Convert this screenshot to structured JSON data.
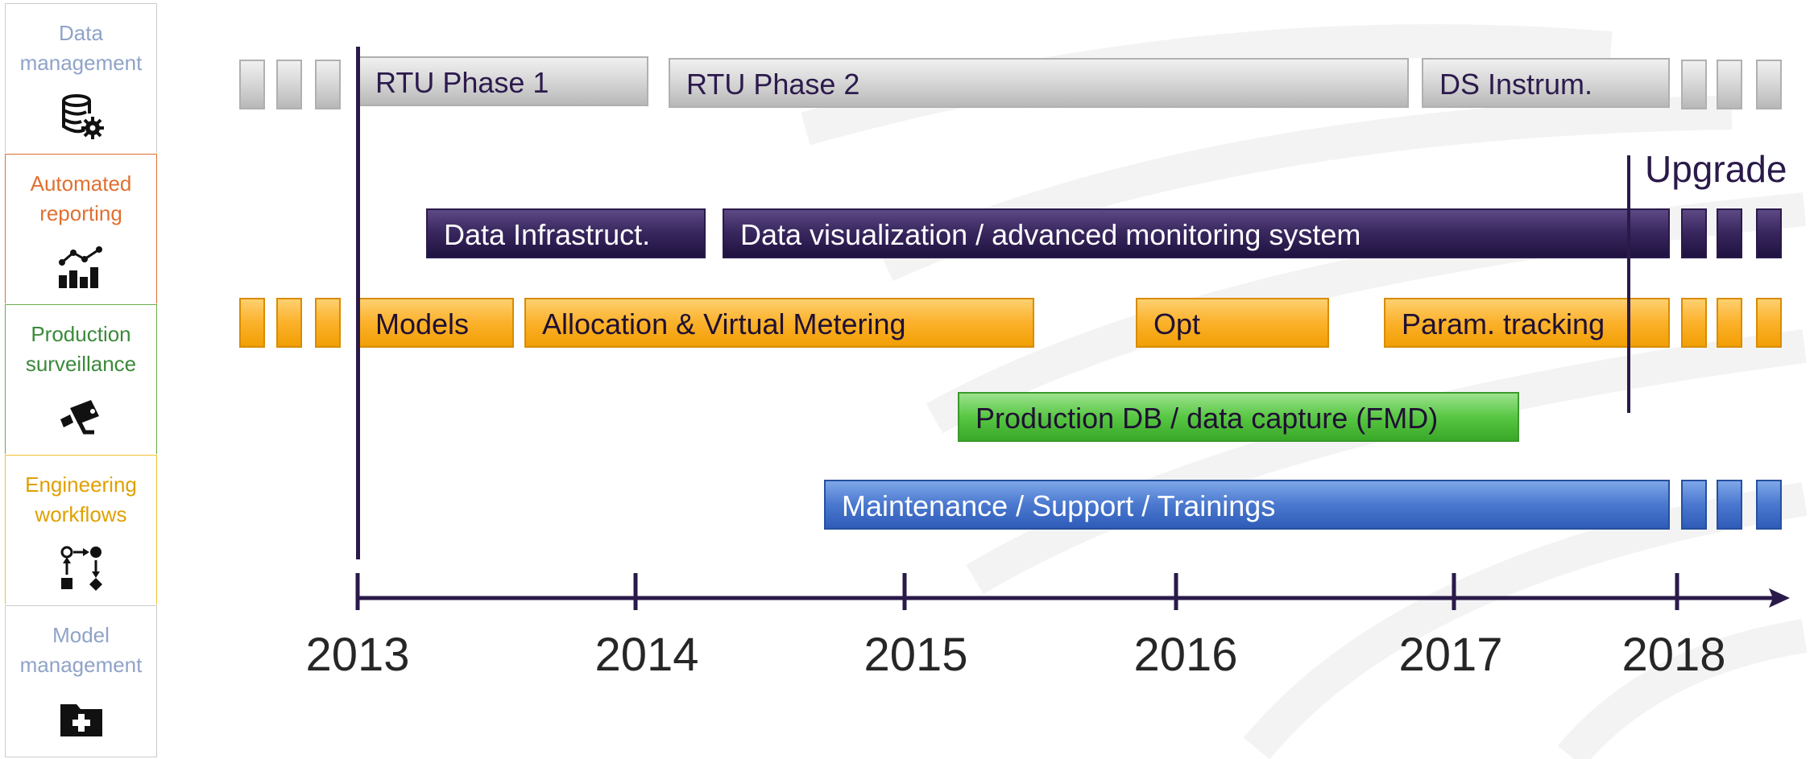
{
  "sidebar": {
    "items": [
      {
        "label": "Data\nmanagement",
        "color": "#8fa3c8",
        "icon": "database-gear-icon"
      },
      {
        "label": "Automated\nreporting",
        "color": "#e07030",
        "icon": "chart-icon"
      },
      {
        "label": "Production\nsurveillance",
        "color": "#3a8a3a",
        "icon": "camera-icon"
      },
      {
        "label": "Engineering\nworkflows",
        "color": "#e0a000",
        "icon": "workflow-icon"
      },
      {
        "label": "Model\nmanagement",
        "color": "#8fa3c8",
        "icon": "folder-plus-icon"
      }
    ]
  },
  "timeline": {
    "years": [
      "2013",
      "2014",
      "2015",
      "2016",
      "2017",
      "2018"
    ],
    "upgrade_label": "Upgrade",
    "bars": {
      "rtu1": "RTU Phase 1",
      "rtu2": "RTU Phase 2",
      "ds": "DS Instrum.",
      "infra": "Data Infrastruct.",
      "viz": "Data visualization / advanced monitoring system",
      "models": "Models",
      "alloc": "Allocation & Virtual Metering",
      "opt": "Opt",
      "param": "Param. tracking",
      "proddb": "Production DB / data capture (FMD)",
      "maint": "Maintenance / Support / Trainings"
    }
  },
  "colors": {
    "axis": "#2a1a4a",
    "gray": "#cfcfcf",
    "purple": "#2a1a4a",
    "orange": "#f7a818",
    "green": "#4cc03a",
    "blue": "#3a6cc6"
  }
}
